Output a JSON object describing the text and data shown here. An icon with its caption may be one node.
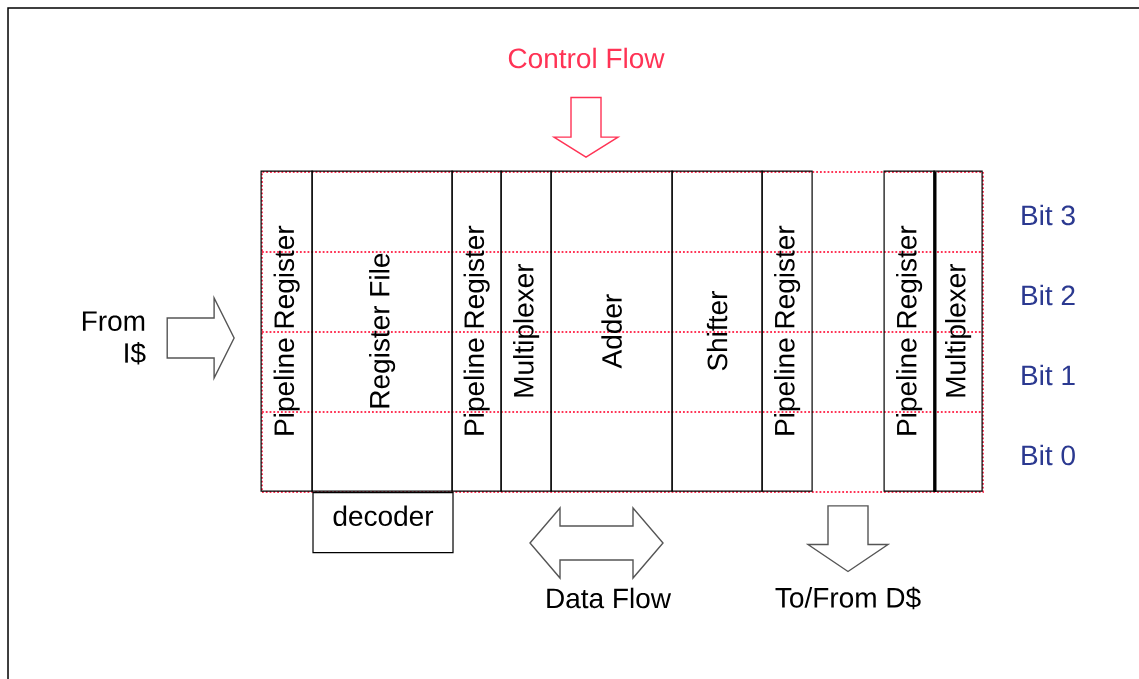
{
  "diagram": {
    "nodes": [
      {
        "text": [],
        "shape": "box"
      },
      {
        "text": [
          "Pipeline Register"
        ],
        "in": 0
      },
      {
        "text": [
          "Register File"
        ],
        "in": 0
      },
      {
        "text": [
          "Pipeline Register"
        ],
        "in": 0
      },
      {
        "text": [
          "Multiplexer"
        ],
        "in": 0
      },
      {
        "text": [
          "Adder"
        ],
        "in": 0
      },
      {
        "text": [
          "Shifter"
        ],
        "in": 0
      },
      {
        "text": [
          "Pipeline Register"
        ],
        "in": 0
      },
      {
        "text": [
          "Pipeline Register"
        ],
        "in": 0
      },
      {
        "text": [
          "Multiplexer"
        ],
        "in": 0
      },
      {
        "text": [
          "decoder"
        ]
      },
      {
        "text": [
          "Control Flow"
        ]
      },
      {
        "text": [
          "From I$"
        ]
      },
      {
        "text": [
          "To/From D$"
        ]
      }
    ],
    "edges": [
      {
        "from": 11,
        "to": 0,
        "arrow": "to",
        "color": "#ff3355"
      },
      {
        "from": 12,
        "to": 0,
        "arrow": "to"
      },
      {
        "from": 0,
        "to": 13,
        "arrow": "to"
      }
    ],
    "labels": [
      "Bit 3",
      "Bit 2",
      "Bit 1",
      "Bit 0",
      "Data Flow"
    ]
  }
}
